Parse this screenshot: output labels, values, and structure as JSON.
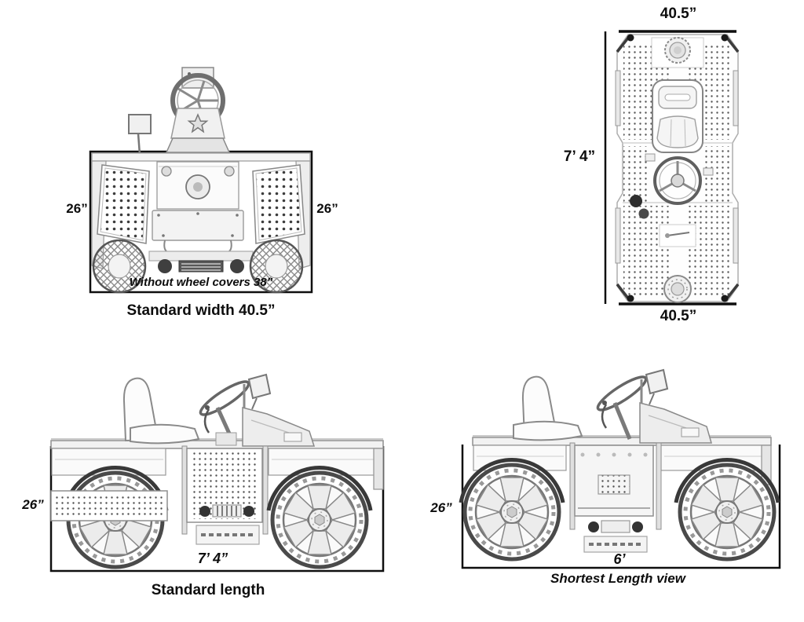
{
  "views": {
    "front": {
      "dim_left": "26”",
      "dim_right": "26”",
      "note": "Without wheel covers 38”",
      "caption": "Standard width 40.5”"
    },
    "top": {
      "dim_top": "40.5”",
      "dim_side": "7’ 4”",
      "dim_bottom": "40.5”"
    },
    "side_standard": {
      "dim_height": "26”",
      "dim_length": "7’ 4”",
      "caption": "Standard length"
    },
    "side_short": {
      "dim_height": "26”",
      "dim_length": "6’",
      "caption": "Shortest Length view"
    }
  },
  "colors": {
    "ink": "#0d0d0d",
    "sketch": "#8a8a8a",
    "background": "#ffffff"
  }
}
